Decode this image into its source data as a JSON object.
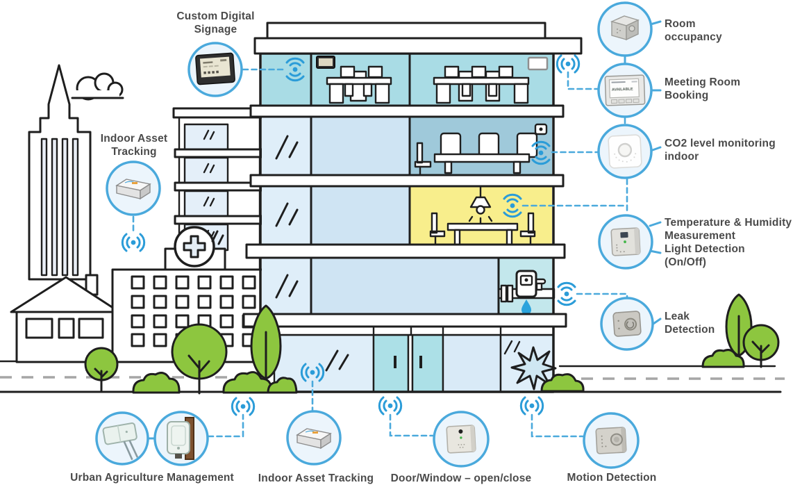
{
  "labels": {
    "custom_digital_signage": "Custom Digital Signage",
    "indoor_asset_tracking": "Indoor Asset Tracking",
    "room_occupancy": "Room occupancy",
    "meeting_room_booking": "Meeting Room Booking",
    "co2_monitoring": "CO2 level monitoring indoor",
    "temperature_humidity": "Temperature & Humidity Measurement",
    "light_detection": "Light Detection (On/Off)",
    "leak_detection": "Leak Detection",
    "urban_agriculture": "Urban Agriculture Management",
    "indoor_asset_tracking_bottom": "Indoor Asset Tracking",
    "door_window": "Door/Window – open/close",
    "motion_detection": "Motion Detection",
    "booking_screen_status": "AVAILABLE"
  },
  "icons": {
    "wifi": "wifi-signal-icon",
    "radio": "radio-transmit-icon",
    "hospital_cross": "hospital-cross-icon",
    "water_drop": "water-drop-icon",
    "glass_break": "glass-break-starburst-icon",
    "pendant_lamp": "pendant-lamp-icon"
  },
  "colors": {
    "accent_blue": "#4aa9dc",
    "signal_blue": "#2b9cd8",
    "floor_teal": "#a9dce5",
    "meeting_room_blue": "#9fc9da",
    "room_yellow": "#f8ee8c",
    "leak_room_teal": "#c3e7ec",
    "glass_blue": "#d9eaf7",
    "tree_green": "#8dc63f",
    "outline_dark": "#1e1e1e",
    "label_gray": "#4a4a4a",
    "road_dash_gray": "#a6a6a6"
  }
}
